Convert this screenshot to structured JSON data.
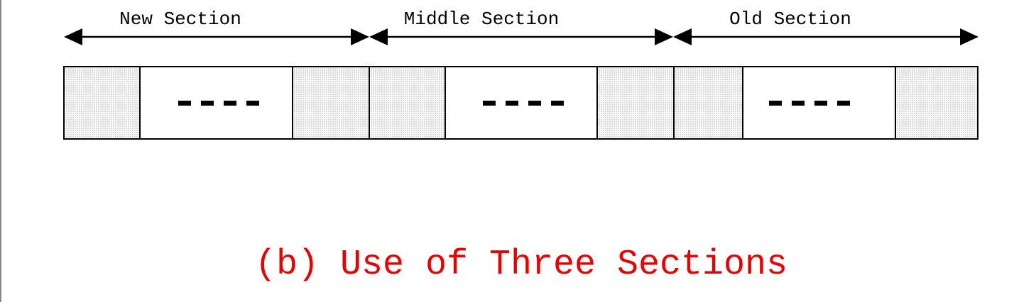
{
  "sections": [
    {
      "label": "New Section"
    },
    {
      "label": "Middle Section"
    },
    {
      "label": "Old Section"
    }
  ],
  "cells": [
    {
      "shaded": true,
      "text": ""
    },
    {
      "shaded": false,
      "text": "----"
    },
    {
      "shaded": true,
      "text": ""
    },
    {
      "shaded": true,
      "text": ""
    },
    {
      "shaded": false,
      "text": "----"
    },
    {
      "shaded": true,
      "text": ""
    },
    {
      "shaded": true,
      "text": ""
    },
    {
      "shaded": false,
      "text": "----"
    },
    {
      "shaded": true,
      "text": ""
    }
  ],
  "caption": "(b) Use of Three Sections",
  "colors": {
    "caption": "#e60000",
    "stroke": "#000000",
    "shade": "#dcdcdc",
    "page_edge": "#888888"
  }
}
